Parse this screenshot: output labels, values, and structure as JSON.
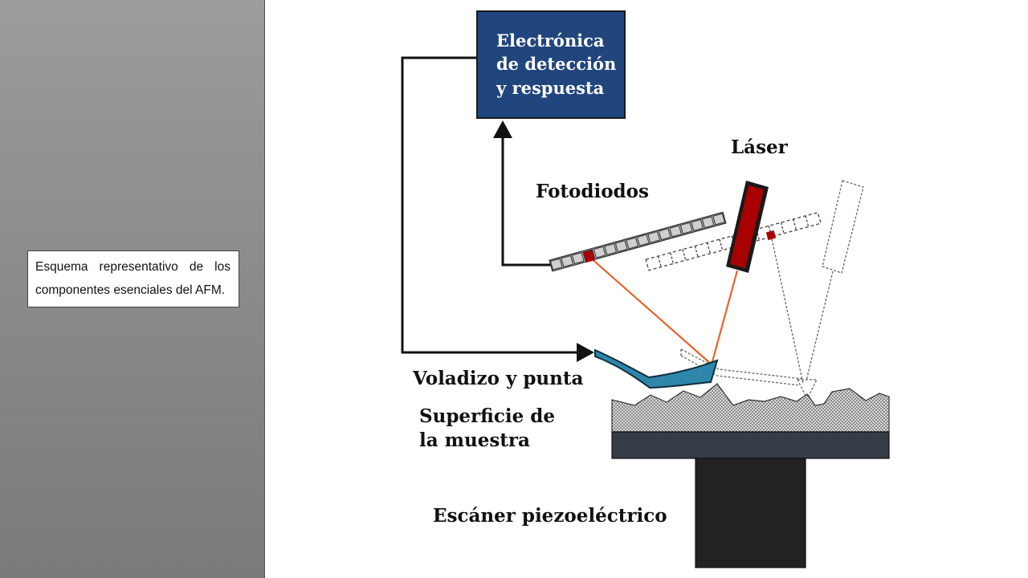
{
  "caption": {
    "text": "Esquema representativo de los componentes esenciales del AFM."
  },
  "diagram": {
    "electronics_line1": "Electrónica",
    "electronics_line2": "de detección",
    "electronics_line3": "y respuesta",
    "laser": "Láser",
    "photodiodes": "Fotodiodos",
    "cantilever": "Voladizo y punta",
    "surface_line1": "Superficie de",
    "surface_line2": "la muestra",
    "scanner": "Escáner piezoeléctrico"
  },
  "colors": {
    "electronics_box": "#21457d",
    "laser_body": "#a80000",
    "laser_beam": "#e8632a",
    "cantilever": "#2f86ab",
    "sample_stage": "#363c45",
    "scanner": "#222222"
  }
}
